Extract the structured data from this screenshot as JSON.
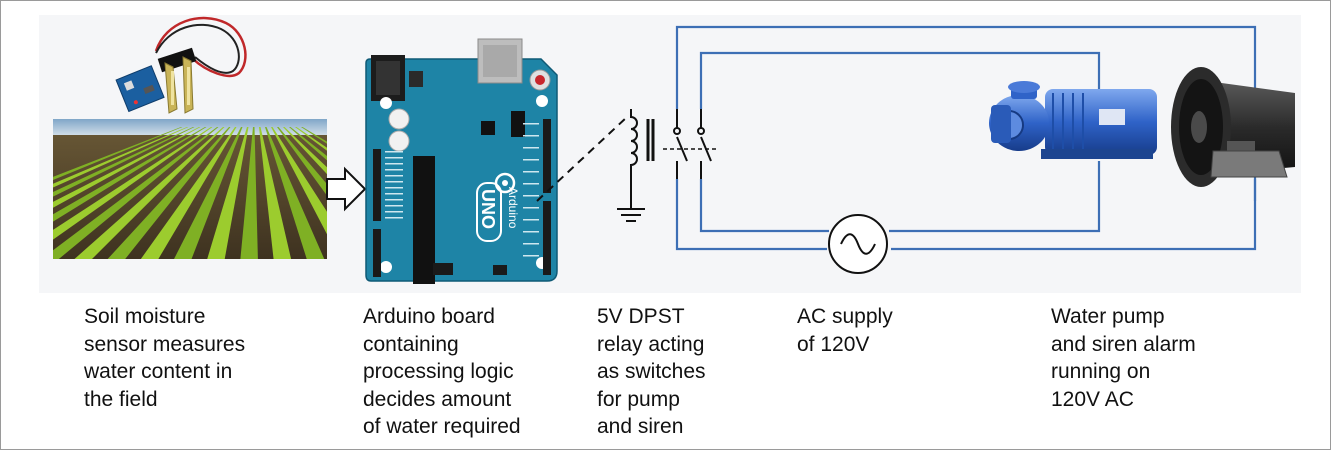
{
  "captions": {
    "sensor": "Soil moisture\nsensor measures\nwater content in\nthe field",
    "arduino": "Arduino board\ncontaining\nprocessing logic\ndecides amount\nof water required",
    "relay": "5V DPST\nrelay acting\nas switches\nfor pump\nand siren",
    "ac_supply": "AC supply\nof 120V",
    "load": "Water pump\nand siren alarm\nrunning on\n120V AC"
  },
  "board": {
    "brand": "Arduino",
    "model": "UNO"
  },
  "colors": {
    "wire": "#3d6fb5",
    "board": "#1e84a6",
    "field_green": "#8fbf2a",
    "soil": "#5a4a2e",
    "pump": "#2f63c8"
  }
}
